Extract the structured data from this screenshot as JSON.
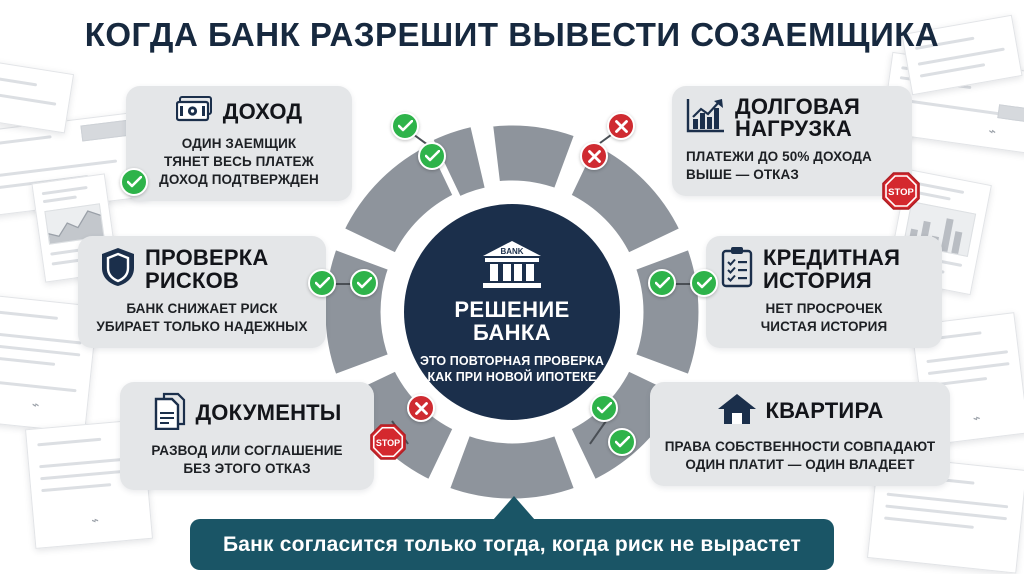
{
  "title": "КОГДА БАНК РАЗРЕШИТ ВЫВЕСТИ СОЗАЕМЩИКА",
  "colors": {
    "navy": "#1b2f4b",
    "title_navy": "#17293f",
    "ring_gray": "#8e949c",
    "card_bg": "#e4e6e8",
    "green": "#2eb34a",
    "red": "#cf2b31",
    "teal": "#1a5566",
    "page_bg": "#ffffff"
  },
  "center": {
    "icon": "bank-icon",
    "icon_label": "BANK",
    "heading_line1": "РЕШЕНИЕ",
    "heading_line2": "БАНКА",
    "sub_line1": "ЭТО ПОВТОРНАЯ ПРОВЕРКА",
    "sub_line2": "КАК ПРИ НОВОЙ ИПОТЕКЕ"
  },
  "cards": [
    {
      "id": "income",
      "icon": "money-icon",
      "title": "ДОХОД",
      "lines": [
        "ОДИН ЗАЕМЩИК",
        "ТЯНЕТ ВЕСЬ ПЛАТЕЖ",
        "ДОХОД ПОДТВЕРЖДЕН"
      ],
      "marker": "check"
    },
    {
      "id": "debt-load",
      "icon": "bar-chart-up-icon",
      "title": "ДОЛГОВАЯ НАГРУЗКА",
      "title_line1": "ДОЛГОВАЯ",
      "title_line2": "НАГРУЗКА",
      "lines": [
        "ПЛАТЕЖИ ДО 50% ДОХОДА",
        "ВЫШЕ — ОТКАЗ"
      ],
      "marker": "cross"
    },
    {
      "id": "risk-check",
      "icon": "shield-icon",
      "title": "ПРОВЕРКА РИСКОВ",
      "title_line1": "ПРОВЕРКА",
      "title_line2": "РИСКОВ",
      "lines": [
        "БАНК СНИЖАЕТ РИСК",
        "УБИРАЕТ ТОЛЬКО НАДЕЖНЫХ"
      ],
      "marker": "check"
    },
    {
      "id": "credit-history",
      "icon": "clipboard-checklist-icon",
      "title": "КРЕДИТНАЯ ИСТОРИЯ",
      "title_line1": "КРЕДИТНАЯ",
      "title_line2": "ИСТОРИЯ",
      "lines": [
        "НЕТ ПРОСРОЧЕК",
        "ЧИСТАЯ ИСТОРИЯ"
      ],
      "marker": "check"
    },
    {
      "id": "documents",
      "icon": "documents-icon",
      "title": "ДОКУМЕНТЫ",
      "lines": [
        "РАЗВОД ИЛИ СОГЛАШЕНИЕ",
        "БЕЗ ЭТОГО ОТКАЗ"
      ],
      "marker": "cross"
    },
    {
      "id": "apartment",
      "icon": "house-icon",
      "title": "КВАРТИРА",
      "lines": [
        "ПРАВА СОБСТВЕННОСТИ СОВПАДАЮТ",
        "ОДИН ПЛАТИТ — ОДИН ВЛАДЕЕТ"
      ],
      "marker": "check"
    }
  ],
  "stop_signs": [
    {
      "id": "stop-debt",
      "label": "STOP"
    },
    {
      "id": "stop-documents",
      "label": "STOP"
    }
  ],
  "footer": {
    "text": "Банк согласится только тогда, когда риск не вырастет"
  }
}
